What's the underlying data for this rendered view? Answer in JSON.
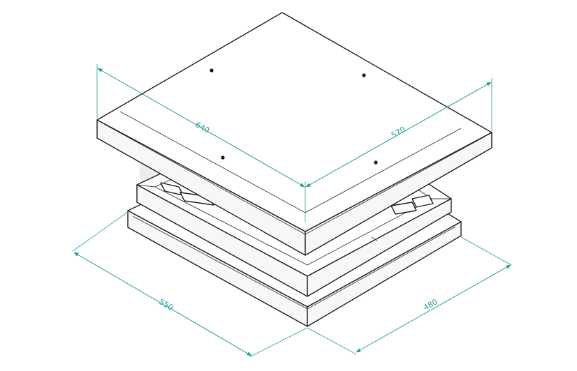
{
  "colors": {
    "dimension": "#2b9a9a",
    "outline": "#1e1e1e",
    "watermark": "#ededed"
  },
  "dimensions": {
    "top_length": "640",
    "top_width": "570",
    "base_length": "550",
    "base_width": "480"
  }
}
